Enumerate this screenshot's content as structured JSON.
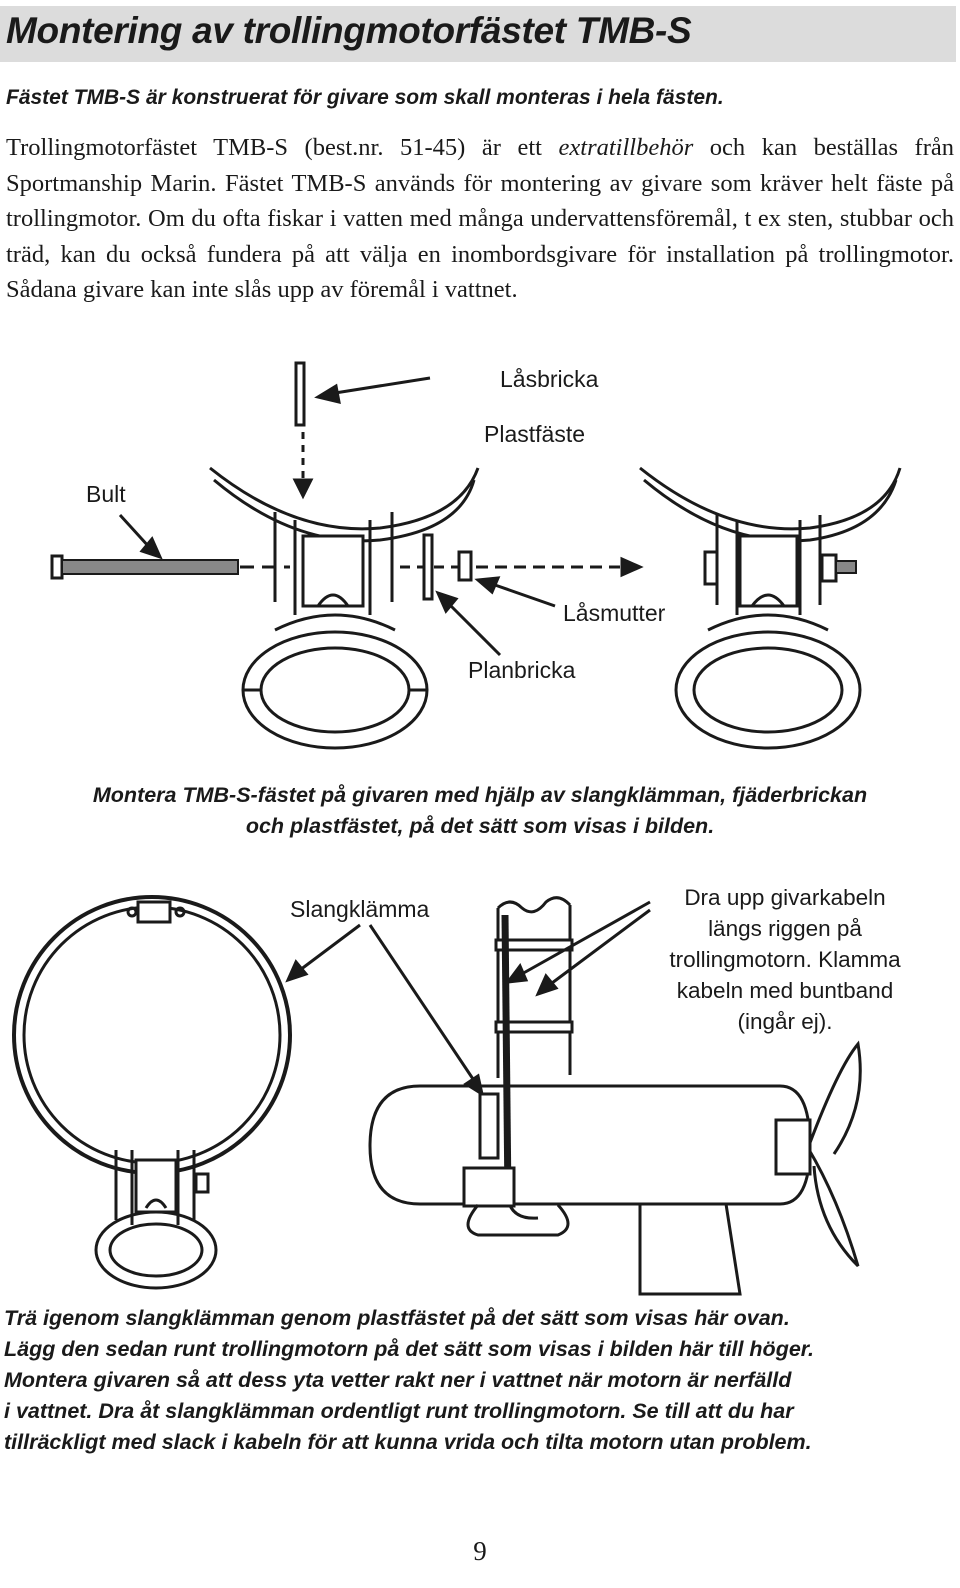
{
  "header": {
    "title": "Montering av trollingmotorfästet TMB-S"
  },
  "intro": {
    "subtitle": "Fästet TMB-S är konstruerat för givare som skall monteras i hela fästen.",
    "para_before": "Trollingmotorfästet TMB-S (best.nr. 51-45) är ett ",
    "para_em": "extratillbehör",
    "para_after": " och kan beställas från Sportmanship Marin. Fästet TMB-S används för montering av givare som kräver helt fäste på trollingmotor. Om du ofta fiskar i vatten med många undervattensföremål, t ex sten, stubbar och träd, kan du också fundera på att välja en inombordsgivare för installation på trollingmotor. Sådana givare kan inte slås upp av föremål i vattnet."
  },
  "figure1": {
    "labels": {
      "lasbricka": "Låsbricka",
      "plastfaste": "Plastfäste",
      "bult": "Bult",
      "lasmutter": "Låsmutter",
      "planbricka": "Planbricka"
    },
    "caption_line1": "Montera TMB-S-fästet på givaren med hjälp av slangklämman, fjäderbrickan",
    "caption_line2": "och plastfästet, på det sätt som visas i bilden."
  },
  "figure2": {
    "labels": {
      "slangklamma": "Slangklämma"
    },
    "note_lines": [
      "Dra upp givarkabeln",
      "längs riggen på",
      "trollingmotorn. Klamma",
      "kabeln med buntband",
      "(ingår ej)."
    ],
    "caption_lines": [
      "Trä igenom slangklämman genom plastfästet på det sätt som visas här ovan.",
      "Lägg den sedan runt trollingmotorn på det sätt som visas i bilden här till höger.",
      "Montera givaren så att dess yta vetter rakt ner i vattnet när motorn är nerfälld",
      "i vattnet. Dra åt slangklämman ordentligt runt trollingmotorn. Se till att du har",
      "tillräckligt med slack i kabeln för att kunna vrida och tilta motorn utan problem."
    ]
  },
  "footer": {
    "page_number": "9"
  }
}
